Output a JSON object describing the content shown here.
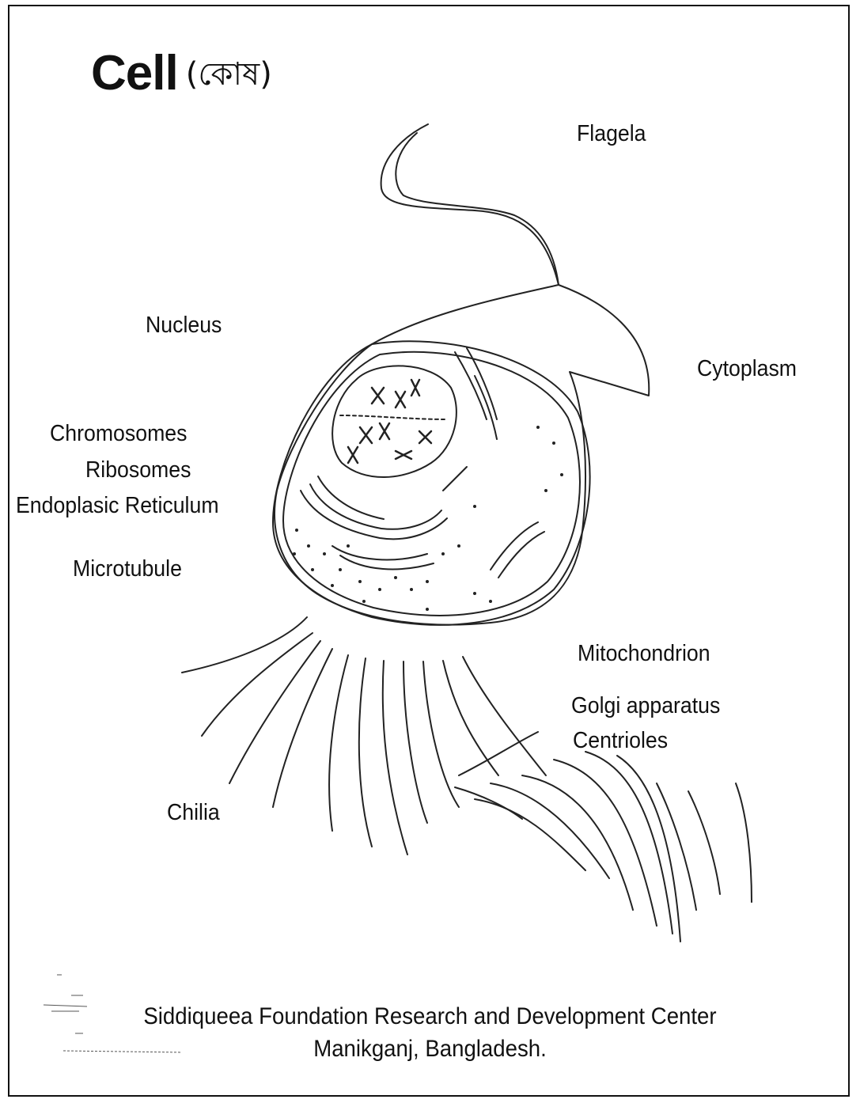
{
  "title": {
    "main": "Cell",
    "sub": "(কোষ)"
  },
  "labels": {
    "flagela": "Flagela",
    "nucleus": "Nucleus",
    "cytoplasm": "Cytoplasm",
    "chromosomes": "Chromosomes",
    "ribosomes": "Ribosomes",
    "endoplasic_reticulum": "Endoplasic Reticulum",
    "microtubule": "Microtubule",
    "mitochondrion": "Mitochondrion",
    "golgi_apparatus": "Golgi apparatus",
    "centrioles": "Centrioles",
    "chilia": "Chilia"
  },
  "footer": {
    "line1": "Siddiqueea Foundation Research and Development Center",
    "line2": "Manikganj, Bangladesh."
  }
}
